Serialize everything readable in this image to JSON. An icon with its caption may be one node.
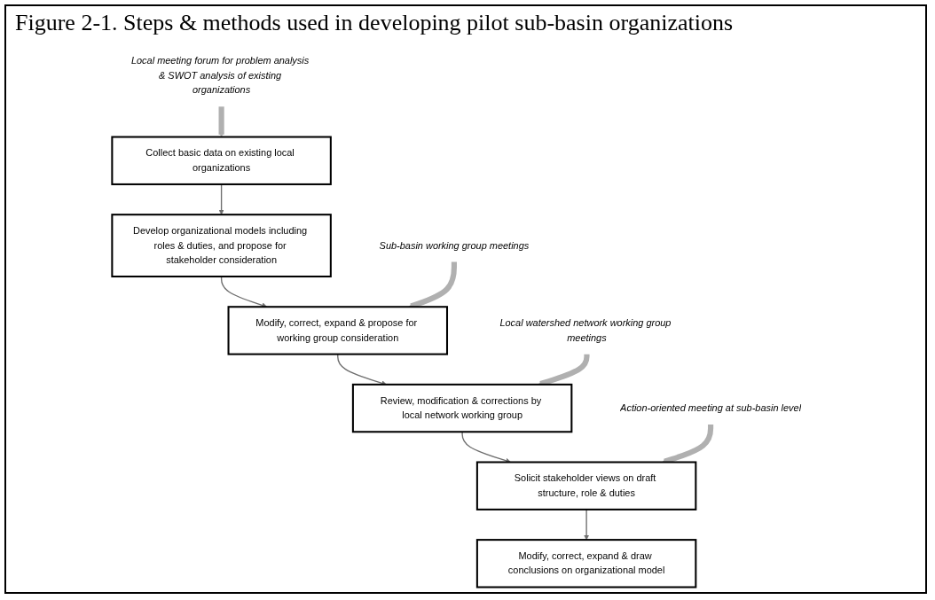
{
  "diagram": {
    "title": "Figure 2-1. Steps & methods used in developing pilot sub-basin organizations",
    "nodes": [
      {
        "text": [
          "Collect basic data on existing local organizations"
        ]
      },
      {
        "text": [
          "Develop organizational models including roles & duties, and propose for stakeholder consideration"
        ]
      },
      {
        "text": [
          "Modify, correct, expand & propose for working group consideration"
        ]
      },
      {
        "text": [
          "Review, modification & corrections by local network working group"
        ]
      },
      {
        "text": [
          "Solicit stakeholder views on draft structure, role & duties"
        ]
      },
      {
        "text": [
          "Modify, correct, expand & draw conclusions on organizational model"
        ]
      },
      {
        "text": [
          "Local meeting forum for problem analysis & SWOT analysis of existing organizations"
        ]
      },
      {
        "text": [
          "Sub-basin working group meetings"
        ]
      },
      {
        "text": [
          "Local watershed network working group meetings"
        ]
      },
      {
        "text": [
          "Action-oriented meeting at sub-basin level"
        ]
      }
    ],
    "edges": [
      {
        "from": 0,
        "to": 1,
        "arrow": "to",
        "color": "#6e6e6e"
      },
      {
        "from": 1,
        "to": 2,
        "arrow": "to",
        "color": "#6e6e6e"
      },
      {
        "from": 2,
        "to": 3,
        "arrow": "to",
        "color": "#6e6e6e"
      },
      {
        "from": 3,
        "to": 4,
        "arrow": "to",
        "color": "#6e6e6e"
      },
      {
        "from": 4,
        "to": 5,
        "arrow": "to",
        "color": "#6e6e6e"
      },
      {
        "from": 6,
        "to": 0,
        "arrow": "to",
        "style": "thick",
        "color": "#b0b0b0"
      },
      {
        "from": 7,
        "to": 2,
        "arrow": "to",
        "style": "thick",
        "color": "#b0b0b0"
      },
      {
        "from": 8,
        "to": 3,
        "arrow": "to",
        "style": "thick",
        "color": "#b0b0b0"
      },
      {
        "from": 9,
        "to": 4,
        "arrow": "to",
        "style": "thick",
        "color": "#b0b0b0"
      }
    ]
  }
}
